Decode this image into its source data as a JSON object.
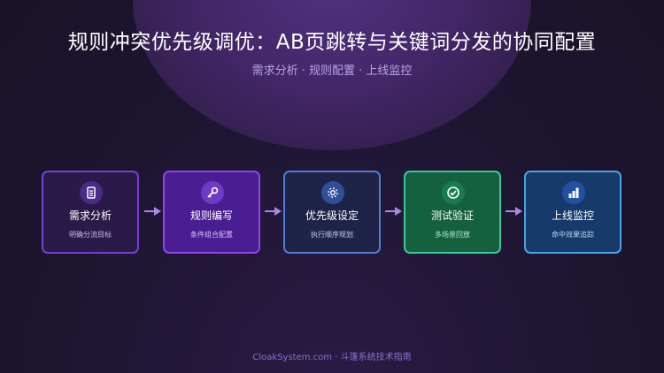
{
  "header": {
    "title": "规则冲突优先级调优：AB页跳转与关键词分发的协同配置",
    "subtitle": "需求分析 · 规则配置 · 上线监控"
  },
  "steps": [
    {
      "title": "需求分析",
      "desc": "明确分流目标",
      "icon": "document-icon",
      "border": "#7b3fd0",
      "fill": "#2a1a4a",
      "desc_color": "#c8b6ec",
      "icon_bg": "#4a2c86"
    },
    {
      "title": "规则编写",
      "desc": "条件组合配置",
      "icon": "key-icon",
      "border": "#8e46e8",
      "fill": "#4a1d92",
      "desc_color": "#d7c4f5",
      "icon_bg": "#6f3ac4"
    },
    {
      "title": "优先级设定",
      "desc": "执行顺序规划",
      "icon": "gear-icon",
      "border": "#4a7fd8",
      "fill": "#1f2348",
      "desc_color": "#c3cdea",
      "icon_bg": "#2f4f9a"
    },
    {
      "title": "测试验证",
      "desc": "多场景回放",
      "icon": "check-circle-icon",
      "border": "#3ec79a",
      "fill": "#14603f",
      "desc_color": "#bfe8d6",
      "icon_bg": "#1c7a52"
    },
    {
      "title": "上线监控",
      "desc": "命中效果追踪",
      "icon": "bar-chart-icon",
      "border": "#4aa4e0",
      "fill": "#163a6a",
      "desc_color": "#bcd6f0",
      "icon_bg": "#2550a2"
    }
  ],
  "footer": {
    "text": "CloakSystem.com · 斗篷系统技术指南"
  },
  "colors": {
    "arrow": "#a987e6",
    "background": "#1d1530"
  }
}
